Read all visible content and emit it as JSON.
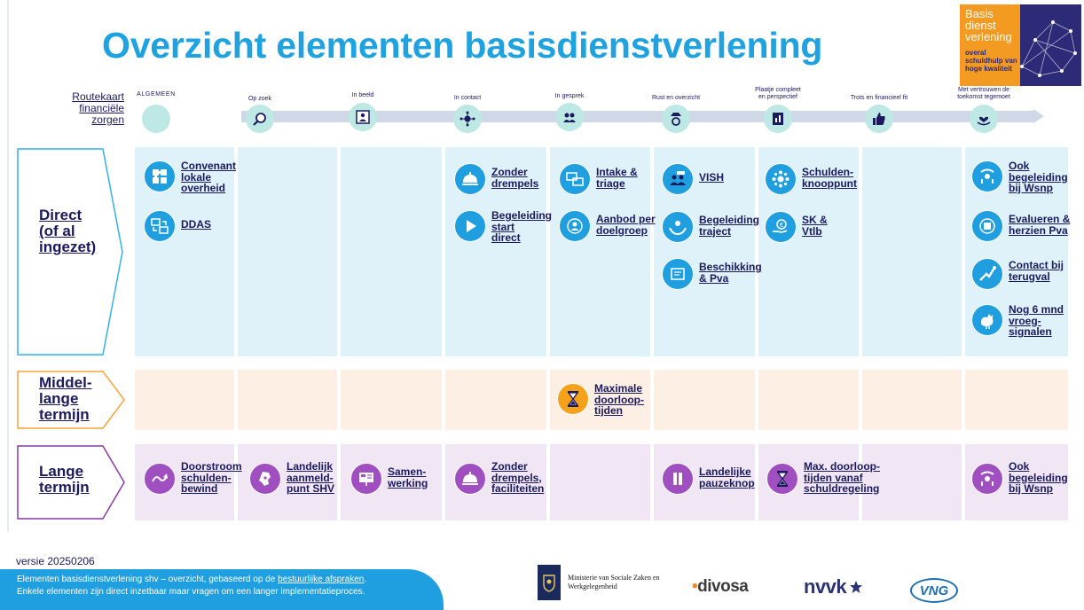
{
  "title": "Overzicht elementen basisdienstverlening",
  "badge": {
    "title": "Basis\ndienst\nverlening",
    "subtitle": "overal\nschuldhulp van\nhoge kwaliteit"
  },
  "roadmap_label": "Routekaart\nfinanciële\nzorgen",
  "stages": [
    {
      "label": "ALGEMEEN",
      "icon": "empty-circle"
    },
    {
      "label": "Op zoek",
      "icon": "magnifier-icon"
    },
    {
      "label": "In beeld",
      "icon": "frame-person-icon"
    },
    {
      "label": "In contact",
      "icon": "network-person-icon"
    },
    {
      "label": "In gesprek",
      "icon": "conversation-icon"
    },
    {
      "label": "Rust en overzicht",
      "icon": "desk-lamp-icon"
    },
    {
      "label": "Plaatje compleet\nen perspectief",
      "icon": "document-chart-icon"
    },
    {
      "label": "Trots en financieel fit",
      "icon": "thumbs-up-icon"
    },
    {
      "label": "Met vertrouwen de\ntoekomst tegemoet",
      "icon": "heart-hand-icon"
    }
  ],
  "rows": {
    "direct": "Direct\n(of al\ningezet)",
    "middle": "Middel-\nlange\ntermijn",
    "long": "Lange\ntermijn"
  },
  "direct_elements": [
    {
      "label": "Convenant\nlokale\noverheid",
      "icon": "puzzle-icon"
    },
    {
      "label": "DDAS",
      "icon": "data-exchange-icon"
    },
    {
      "label": "Zonder\ndrempels",
      "icon": "service-bell-icon"
    },
    {
      "label": "Begeleiding\nstart\ndirect",
      "icon": "play-icon"
    },
    {
      "label": "Intake &\ntriage",
      "icon": "screens-icon"
    },
    {
      "label": "Aanbod per\ndoelgroep",
      "icon": "person-target-icon"
    },
    {
      "label": "VISH",
      "icon": "people-group-icon"
    },
    {
      "label": "Begeleiding\ntraject",
      "icon": "hands-person-icon"
    },
    {
      "label": "Beschikking\n& Pva",
      "icon": "document-icon"
    },
    {
      "label": "Schulden-\nknooppunt",
      "icon": "network-icon"
    },
    {
      "label": "SK &\nVtlb",
      "icon": "euro-hand-icon"
    },
    {
      "label": "Ook\nbegeleiding\nbij Wsnp",
      "icon": "support-person-icon"
    },
    {
      "label": "Evalueren &\nherzien Pva",
      "icon": "refresh-document-icon"
    },
    {
      "label": "Contact bij\nterugval",
      "icon": "helping-hand-icon"
    },
    {
      "label": "Nog 6 mnd\nvroeg-\nsignalen",
      "icon": "rooster-icon"
    }
  ],
  "middle_elements": [
    {
      "label": "Maximale\ndoorloop-\ntijden",
      "icon": "hourglass-icon"
    }
  ],
  "long_elements": [
    {
      "label": "Doorstroom\nschulden-\nbewind",
      "icon": "flow-arrow-icon"
    },
    {
      "label": "Landelijk\naanmeld-\npunt SHV",
      "icon": "netherlands-map-icon"
    },
    {
      "label": "Samen-\nwerking",
      "icon": "presentation-icon"
    },
    {
      "label": "Zonder\ndrempels,\nfaciliteiten",
      "icon": "service-bell-icon"
    },
    {
      "label": "Landelijke\npauzeknop",
      "icon": "pause-icon"
    },
    {
      "label": "Max. doorloop-\ntijden vanaf\nschuldregeling",
      "icon": "hourglass-icon"
    },
    {
      "label": "Ook\nbegeleiding\nbij Wsnp",
      "icon": "support-person-icon"
    }
  ],
  "version": "versie 20250206",
  "footer": {
    "line1_before": "Elementen basisdienstverlening shv – overzicht, gebaseerd op de ",
    "line1_link": "bestuurlijke afspraken",
    "line1_after": ".",
    "line2": "Enkele elementen zijn direct inzetbaar maar vragen om een langer implementatieproces."
  },
  "logos": {
    "ministry": "Ministerie van Sociale Zaken en\nWerkgelegenheid",
    "divosa": "divosa",
    "nvvk": "nvvk",
    "vng": "VNG"
  },
  "colors": {
    "title": "#1fa3e0",
    "navy": "#1b1a5e",
    "direct_band": "#dff1f9",
    "middle_band": "#fdefe3",
    "long_band": "#f1e6f3",
    "direct_border": "#33b0e6",
    "middle_border": "#f3a43b",
    "long_border": "#8a3aa5",
    "icon_blue": "#1f9fe0",
    "icon_purple": "#9f4fbf",
    "icon_orange": "#f5a21a",
    "footer": "#1f9fe0"
  }
}
